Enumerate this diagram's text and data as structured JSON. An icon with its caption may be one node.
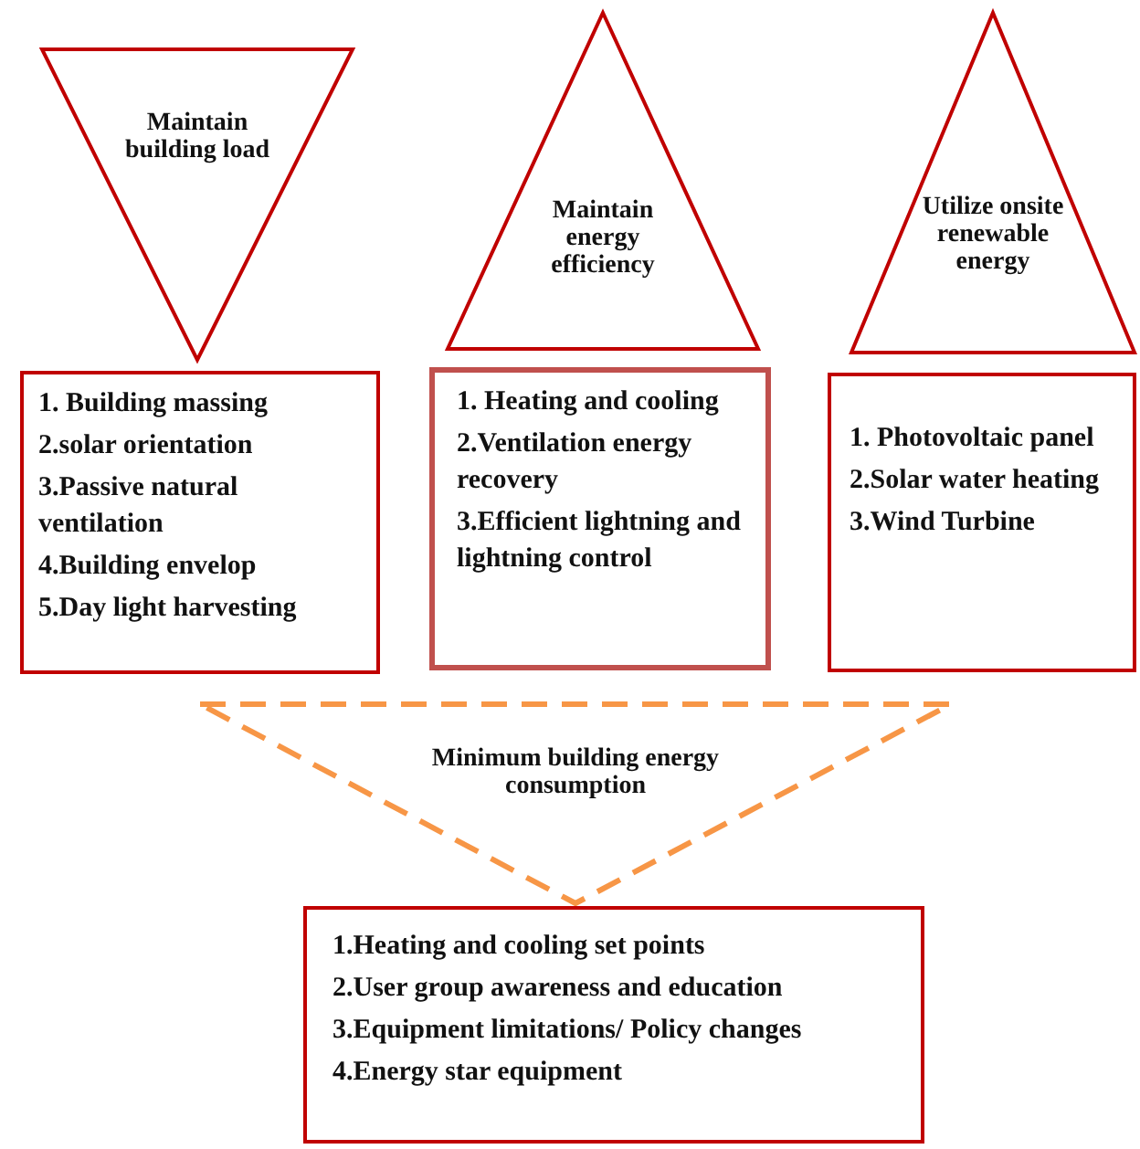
{
  "diagram": {
    "nodes": [
      {
        "text": [
          "Maintain building load"
        ]
      },
      {
        "text": [
          "1. Building massing",
          "2.solar orientation",
          "3.Passive natural ventilation",
          "4.Building envelop",
          "5.Day light harvesting"
        ]
      },
      {
        "text": [
          "Maintain energy efficiency"
        ]
      },
      {
        "text": [
          "1. Heating and cooling",
          "2.Ventilation energy recovery",
          "3.Efficient lightning and lightning control"
        ]
      },
      {
        "text": [
          "Utilize onsite renewable energy"
        ]
      },
      {
        "text": [
          "1. Photovoltaic panel",
          "2.Solar water heating",
          "3.Wind Turbine"
        ]
      },
      {
        "text": [
          "Minimum building energy consumption"
        ]
      },
      {
        "text": [
          "1.Heating and cooling set points",
          "2.User group awareness and education",
          "3.Equipment limitations/ Policy changes",
          "4.Energy star equipment"
        ]
      }
    ],
    "edges": []
  }
}
